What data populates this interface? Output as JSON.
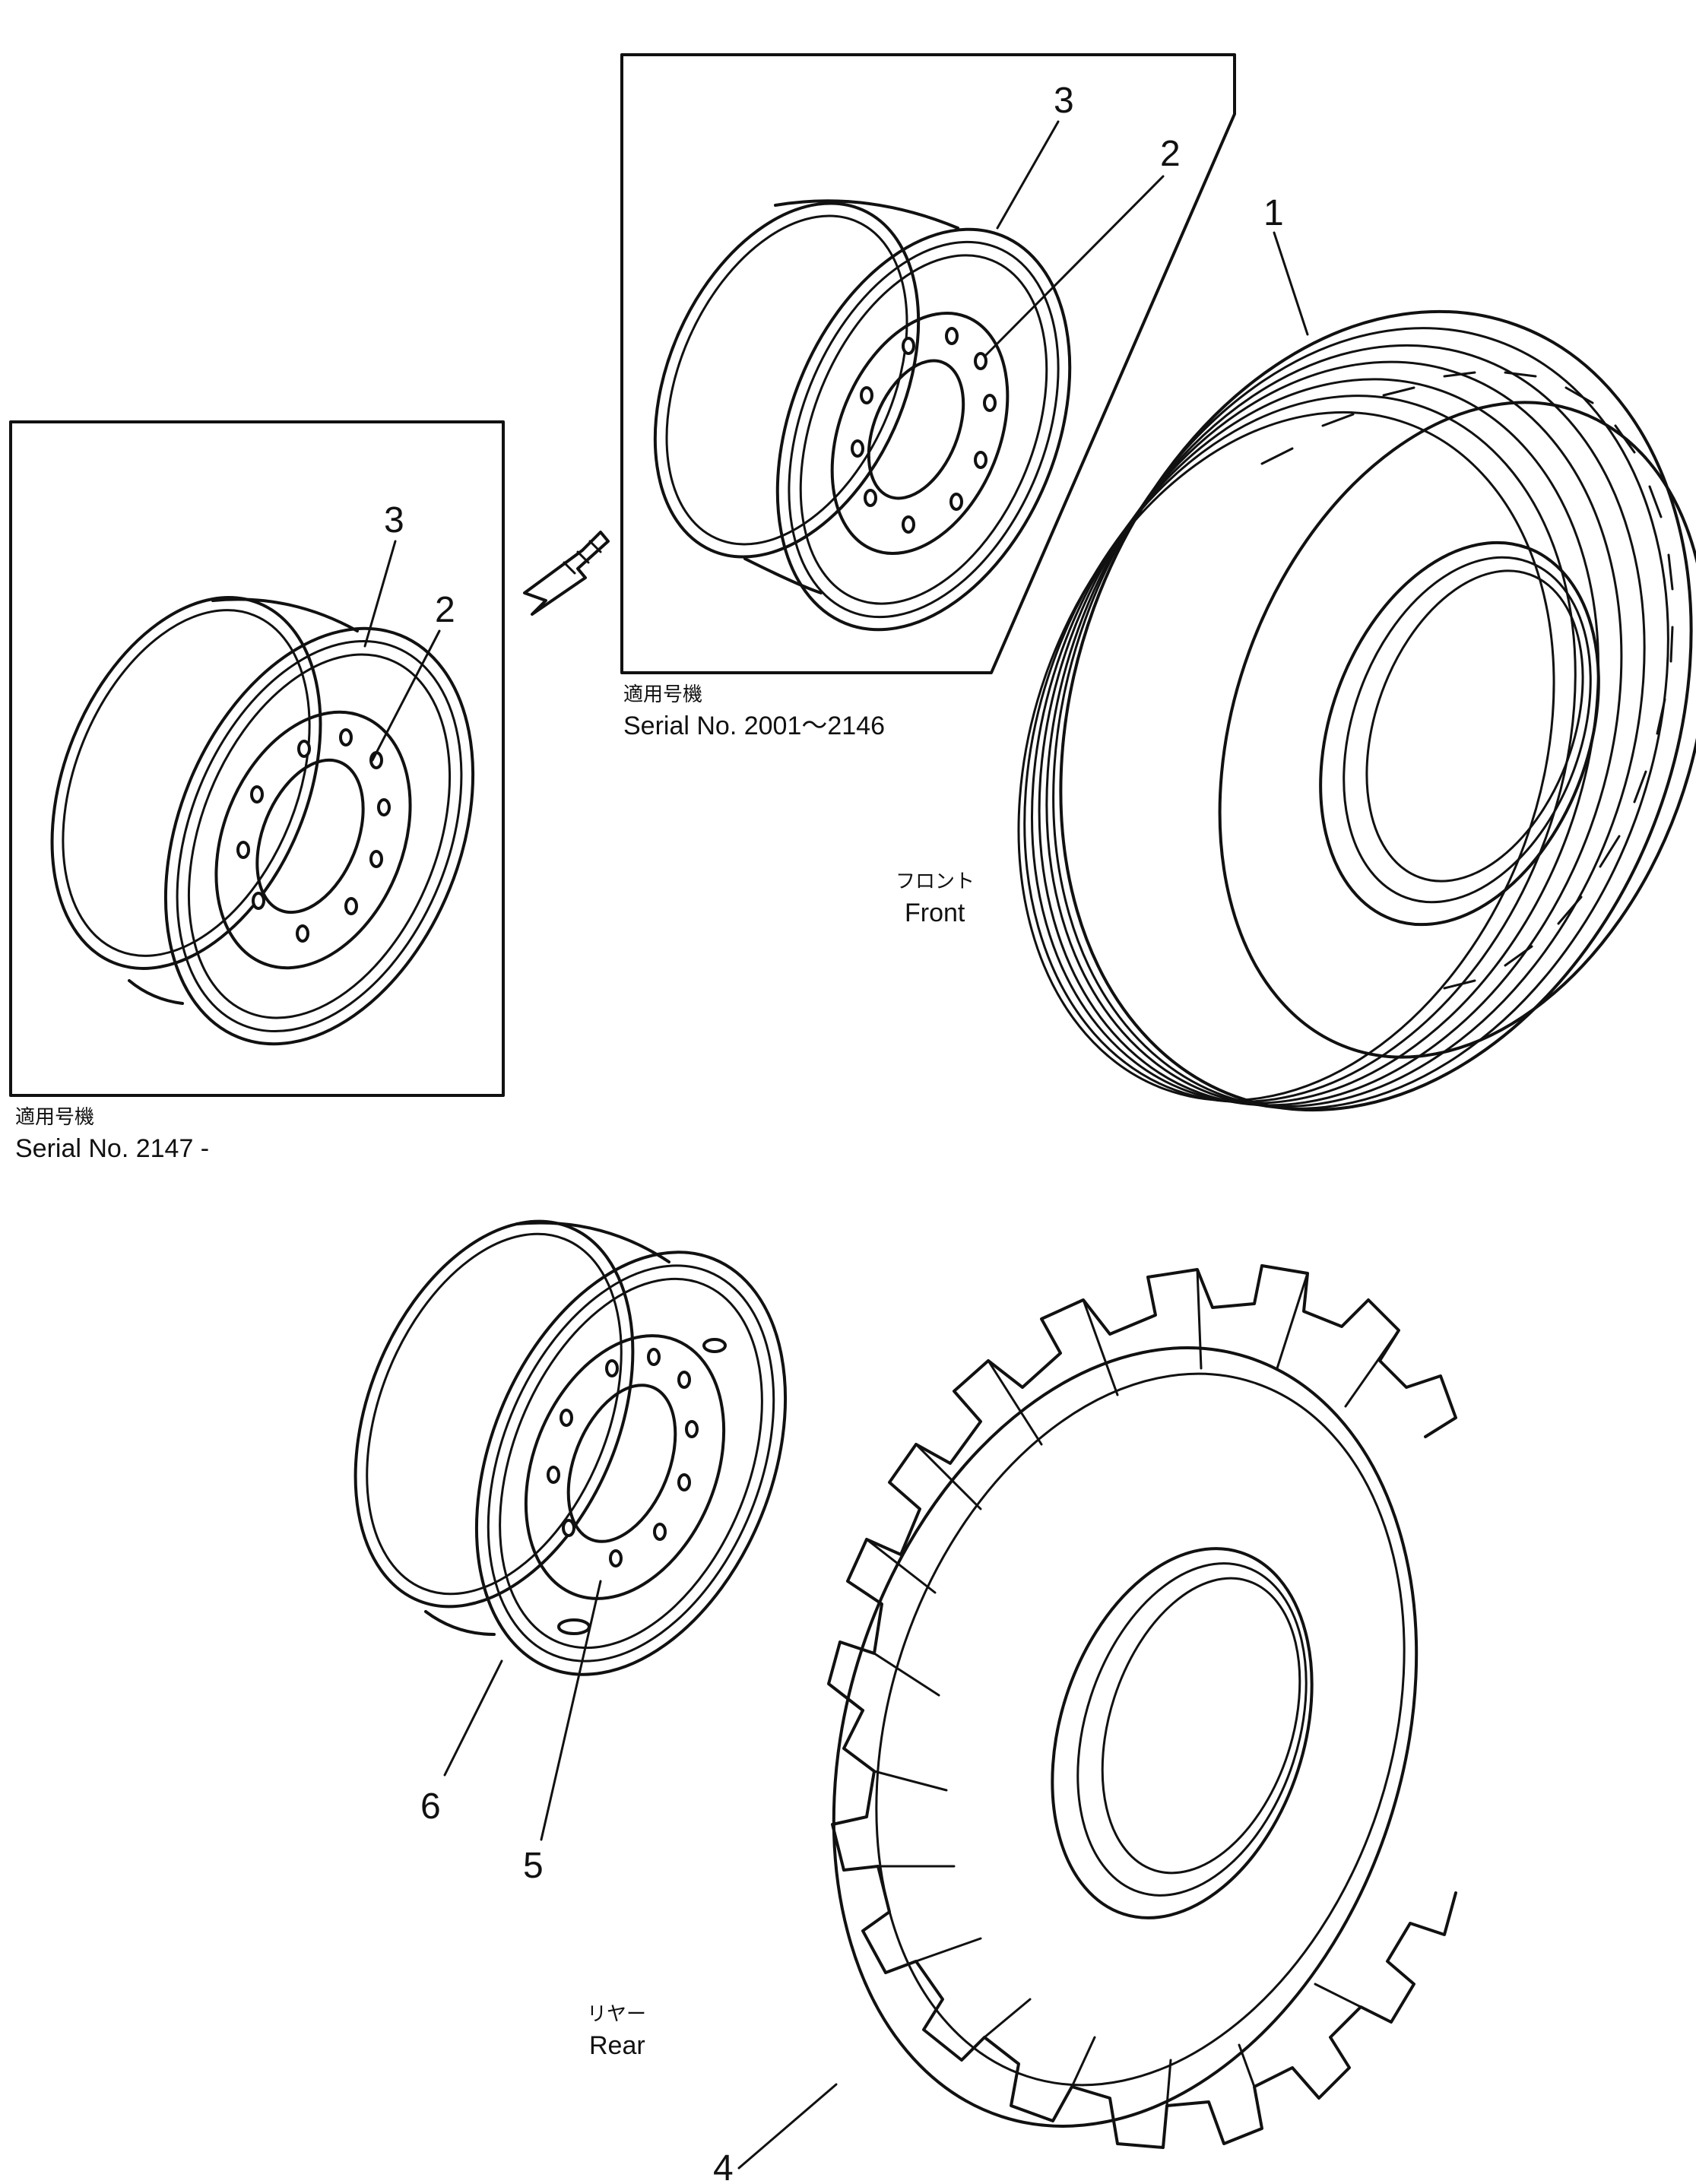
{
  "diagram": {
    "callouts": {
      "inset_top_rim": "3",
      "inset_top_disc": "2",
      "inset_left_rim": "3",
      "inset_left_disc": "2",
      "front_tire": "1",
      "rear_tire": "4",
      "rear_disc": "5",
      "rear_rim": "6"
    },
    "inset_top_caption": {
      "jp": "適用号機",
      "serial": "Serial No. 2001～2146"
    },
    "inset_left_caption": {
      "jp": "適用号機",
      "serial": "Serial No. 2147 -"
    },
    "front_label": {
      "jp": "フロント",
      "en": "Front"
    },
    "rear_label": {
      "jp": "リヤー",
      "en": "Rear"
    },
    "colors": {
      "ink": "#111111",
      "paper": "#ffffff"
    }
  }
}
